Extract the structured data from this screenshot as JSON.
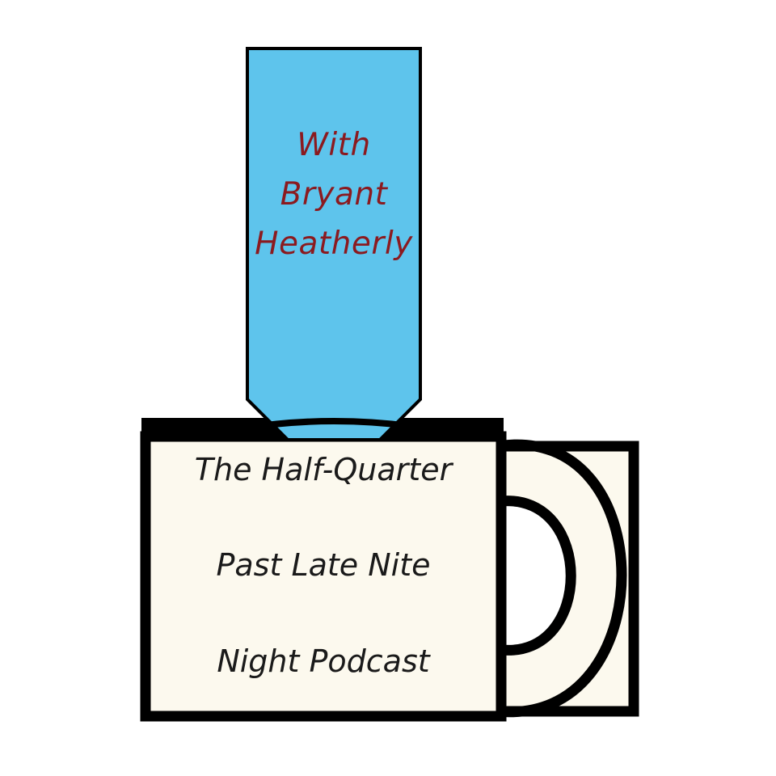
{
  "tag": {
    "line1": "With",
    "line2": "Bryant",
    "line3": "Heatherly"
  },
  "mug": {
    "line1": "The Half-Quarter",
    "line2": "Past Late Nite",
    "line3": "Night Podcast"
  },
  "colors": {
    "tag_fill": "#5ec4ec",
    "tag_text": "#8b1a1f",
    "mug_fill": "#fcf9ee",
    "outline": "#000000",
    "mug_text": "#1a1a1a"
  }
}
